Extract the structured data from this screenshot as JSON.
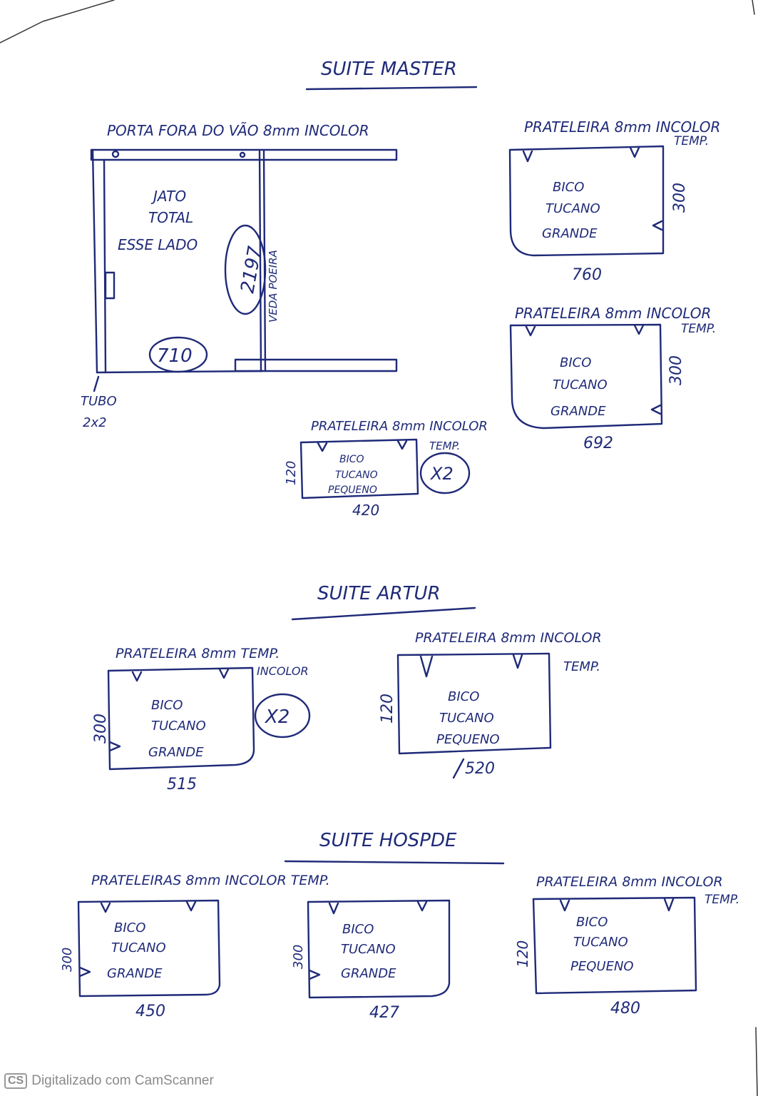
{
  "footer": {
    "badge": "CS",
    "text": "Digitalizado com CamScanner"
  },
  "master": {
    "title": "SUITE MASTER",
    "door": {
      "label": "PORTA FORA DO VÃO  8mm INCOLOR",
      "sand_lines": [
        "JATO",
        "TOTAL",
        "ESSE LADO"
      ],
      "height": "2197",
      "width": "710",
      "seal": "VEDA POEIRA",
      "tube_lines": [
        "TUBO",
        "2x2"
      ]
    },
    "shelf1": {
      "label": "PRATELEIRA 8mm INCOLOR",
      "label2": "TEMP.",
      "lines": [
        "BICO",
        "TUCANO",
        "GRANDE"
      ],
      "height": "300",
      "width": "760"
    },
    "shelf2": {
      "label": "PRATELEIRA 8mm INCOLOR",
      "label2": "TEMP.",
      "lines": [
        "BICO",
        "TUCANO",
        "GRANDE"
      ],
      "height": "300",
      "width": "692"
    },
    "shelf3": {
      "label": "PRATELEIRA 8mm INCOLOR",
      "label2": "TEMP.",
      "lines": [
        "BICO",
        "TUCANO",
        "PEQUENO"
      ],
      "height": "120",
      "width": "420",
      "qty": "X2"
    }
  },
  "arthur": {
    "title": "SUITE ARTUR",
    "shelf1": {
      "label": "PRATELEIRA 8mm TEMP.",
      "label2": "INCOLOR",
      "lines": [
        "BICO",
        "TUCANO",
        "GRANDE"
      ],
      "height": "300",
      "width": "515",
      "qty": "X2"
    },
    "shelf2": {
      "label": "PRATELEIRA 8mm INCOLOR",
      "label2": "TEMP.",
      "lines": [
        "BICO",
        "TUCANO",
        "PEQUENO"
      ],
      "height": "120",
      "width": "520"
    }
  },
  "guest": {
    "title": "SUITE HOSPDE",
    "label_pair": "PRATELEIRAS 8mm INCOLOR TEMP.",
    "shelf1": {
      "lines": [
        "BICO",
        "TUCANO",
        "GRANDE"
      ],
      "height": "300",
      "width": "450"
    },
    "shelf2": {
      "lines": [
        "BICO",
        "TUCANO",
        "GRANDE"
      ],
      "height": "300",
      "width": "427"
    },
    "shelf3": {
      "label": "PRATELEIRA 8mm INCOLOR",
      "label2": "TEMP.",
      "lines": [
        "BICO",
        "TUCANO",
        "PEQUENO"
      ],
      "height": "120",
      "width": "480"
    }
  }
}
